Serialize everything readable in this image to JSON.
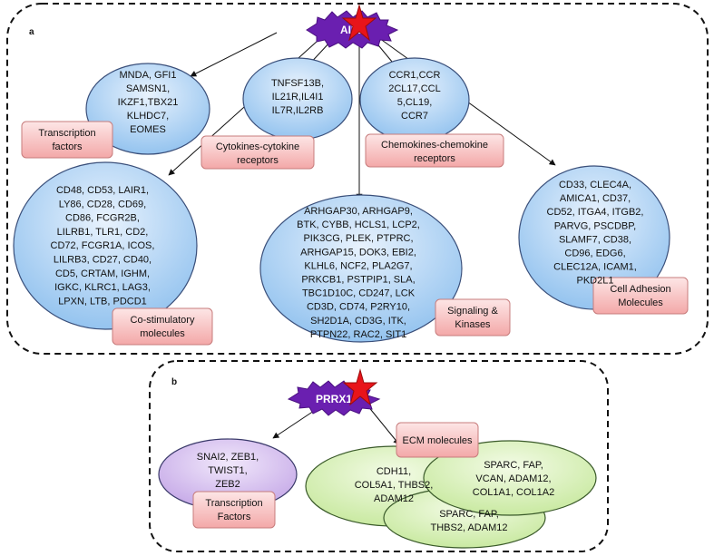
{
  "panel_a": {
    "label": "a",
    "hub": "AIF1",
    "ellipses": {
      "transcription": [
        "MNDA, GFI1",
        "SAMSN1,",
        "IKZF1,TBX21",
        "KLHDC7,",
        "EOMES"
      ],
      "cytokines": [
        "TNFSF13B,",
        "IL21R,IL4I1",
        "IL7R,IL2RB"
      ],
      "chemokines": [
        "CCR1,CCR",
        "2CL17,CCL",
        "5,CL19,",
        "CCR7"
      ],
      "costim": [
        "CD48, CD53, LAIR1,",
        "LY86, CD28, CD69,",
        "CD86, FCGR2B,",
        "LILRB1, TLR1, CD2,",
        "CD72, FCGR1A, ICOS,",
        "LILRB3, CD27, CD40,",
        "CD5, CRTAM,  IGHM,",
        "IGKC, KLRC1, LAG3,",
        "LPXN, LTB, PDCD1"
      ],
      "signaling": [
        "ARHGAP30, ARHGAP9,",
        "BTK, CYBB, HCLS1, LCP2,",
        "PIK3CG, PLEK, PTPRC,",
        "ARHGAP15, DOK3, EBI2,",
        "KLHL6, NCF2, PLA2G7,",
        "PRKCB1, PSTPIP1, SLA,",
        "TBC1D10C, CD247, LCK",
        "CD3D, CD74, P2RY10,",
        "SH2D1A, CD3G, ITK,",
        "PTPN22, RAC2, SIT1"
      ],
      "adhesion": [
        "CD33, CLEC4A,",
        "AMICA1, CD37,",
        "CD52, ITGA4, ITGB2,",
        "PARVG, PSCDBP,",
        "SLAMF7, CD38,",
        "CD96, EDG6,",
        "CLEC12A, ICAM1,",
        "PKD2L1"
      ]
    },
    "boxes": {
      "transcription": [
        "Transcription",
        "factors"
      ],
      "cytokines": [
        "Cytokines-cytokine",
        "receptors"
      ],
      "chemokines": [
        "Chemokines-chemokine",
        "receptors"
      ],
      "costim": [
        "Co-stimulatory",
        "molecules"
      ],
      "signaling": [
        "Signaling &",
        "Kinases"
      ],
      "adhesion": [
        "Cell Adhesion",
        "Molecules"
      ]
    }
  },
  "panel_b": {
    "label": "b",
    "hub": "PRRX1",
    "ellipses": {
      "transcription": [
        "SNAI2, ZEB1,",
        "TWIST1,",
        "ZEB2"
      ],
      "ecm_left": [
        "CDH11,",
        "COL5A1, THBS2,",
        "ADAM12"
      ],
      "ecm_right": [
        "SPARC, FAP,",
        "VCAN, ADAM12,",
        "COL1A1, COL1A2"
      ],
      "ecm_bottom": [
        "SPARC, FAP,",
        "THBS2, ADAM12"
      ]
    },
    "boxes": {
      "ecm": [
        "ECM molecules"
      ],
      "transcription": [
        "Transcription",
        "Factors"
      ]
    }
  },
  "colors": {
    "hub_purple": "#6a1fb0",
    "star_red": "#e8141a",
    "ellipse_blue_light": "#e8f2fd",
    "ellipse_blue_dark": "#8ec0ee",
    "ellipse_purple_light": "#f1e8fb",
    "ellipse_purple_dark": "#c3a5e6",
    "ellipse_green_light": "#f3fbe6",
    "ellipse_green_dark": "#c6e89c",
    "box_pink_light": "#fde6e6",
    "box_pink_dark": "#f3a8a8"
  }
}
